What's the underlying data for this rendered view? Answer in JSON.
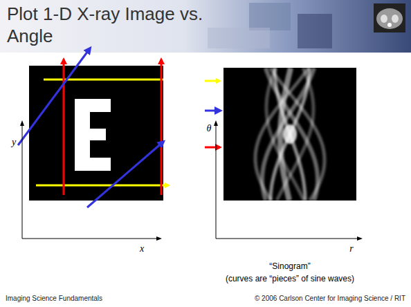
{
  "diagram": {
    "title": "Plot 1-D X-ray Image vs. Angle",
    "labels": [
      "y",
      "x",
      "θ",
      "r",
      "“Sinogram”",
      "(curves are “pieces” of sine waves)",
      "Imaging Science Fundamentals",
      "© 2006 Carlson Center for Imaging Science / RIT"
    ]
  }
}
